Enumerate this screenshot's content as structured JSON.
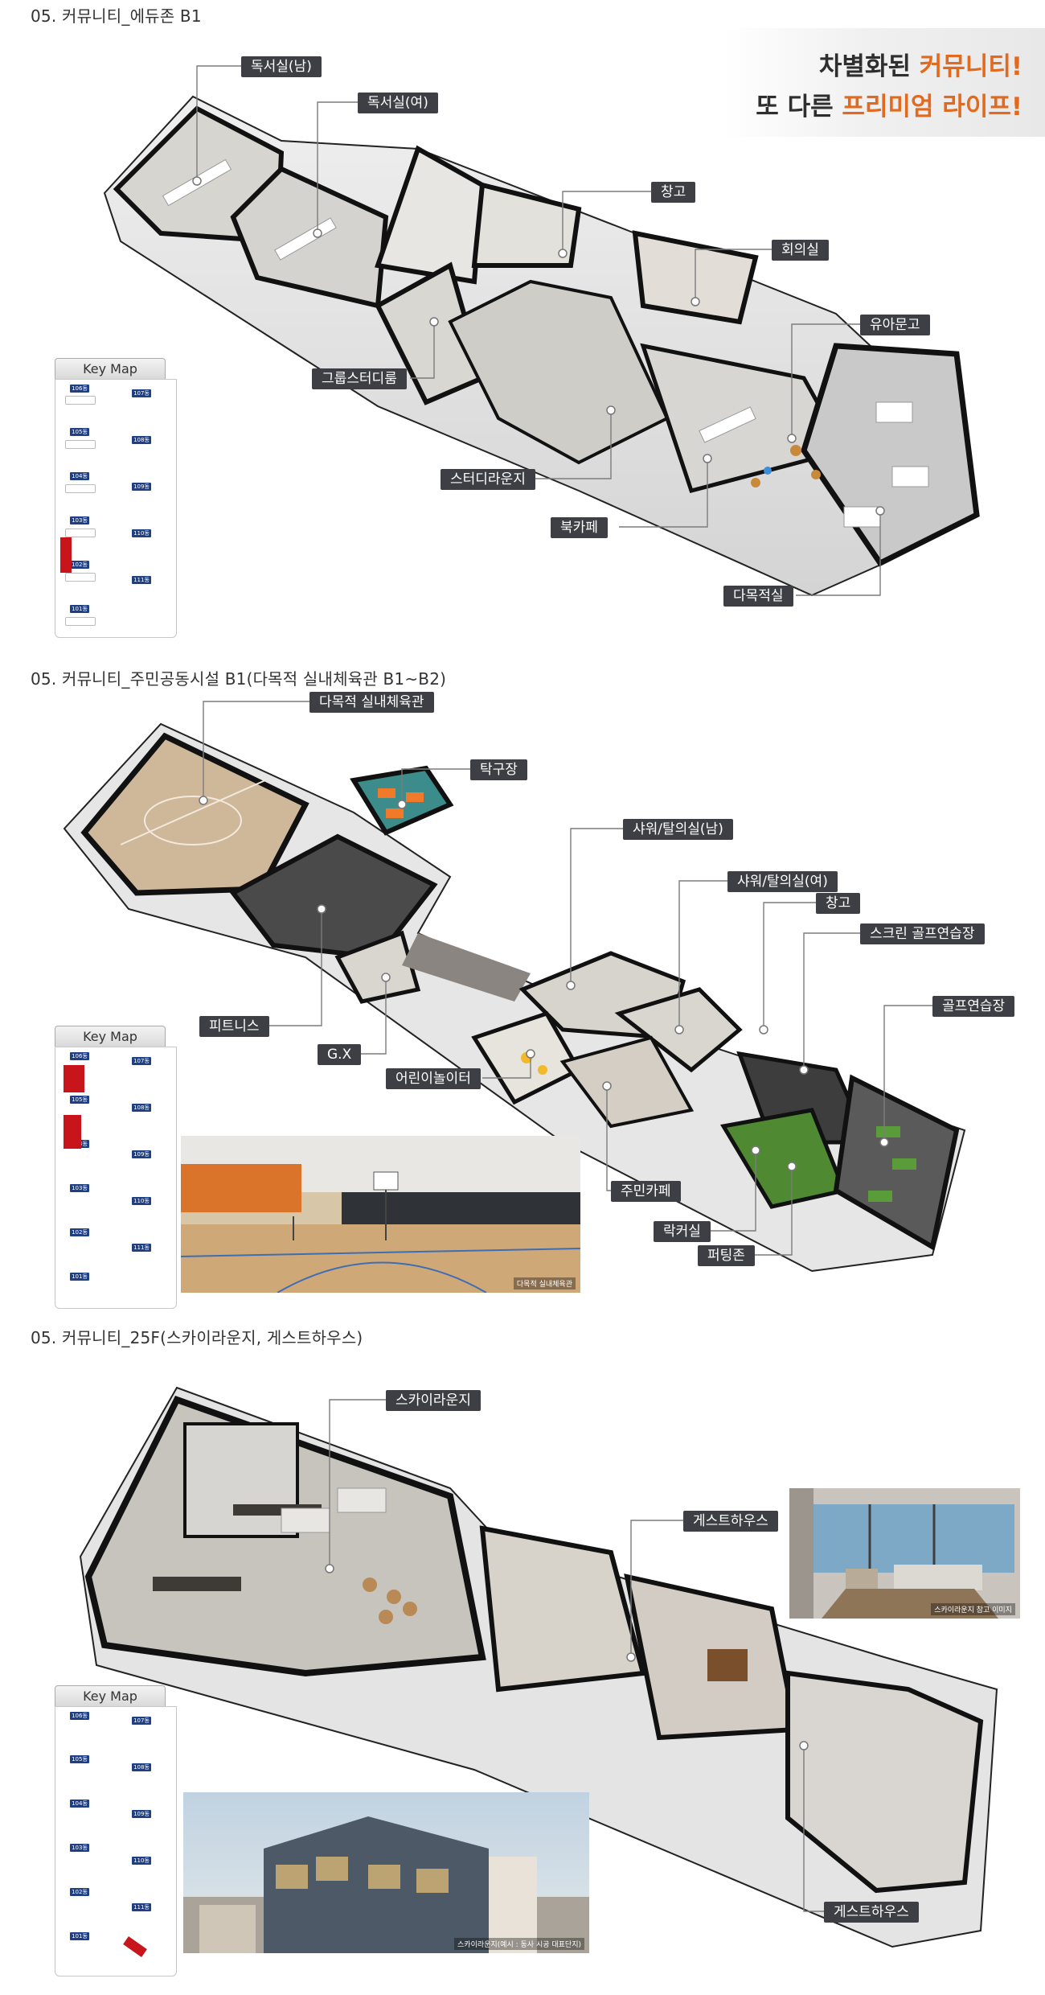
{
  "sections": [
    {
      "title": "05. 커뮤니티_에듀존 B1"
    },
    {
      "title": "05. 커뮤니티_주민공동시설 B1(다목적 실내체육관 B1~B2)"
    },
    {
      "title": "05. 커뮤니티_25F(스카이라운지, 게스트하우스)"
    }
  ],
  "badge": {
    "line1_prefix": "차별화된 ",
    "line1_accent": "커뮤니티!",
    "line2_prefix": "또 다른 ",
    "line2_accent": "프리미엄 라이프!"
  },
  "edu_labels": [
    "독서실(남)",
    "독서실(여)",
    "창고",
    "회의실",
    "유아문고",
    "그룹스터디룸",
    "스터디라운지",
    "북카페",
    "다목적실"
  ],
  "sports_labels": [
    "다목적 실내체육관",
    "탁구장",
    "샤워/탈의실(남)",
    "샤워/탈의실(여)",
    "창고",
    "스크린 골프연습장",
    "골프연습장",
    "피트니스",
    "G.X",
    "어린이놀이터",
    "주민카페",
    "락커실",
    "퍼팅존"
  ],
  "sky_labels": [
    "스카이라운지",
    "게스트하우스",
    "게스트하우스"
  ],
  "keymap": {
    "title": "Key Map",
    "left": [
      "106동",
      "105동",
      "104동",
      "103동",
      "102동",
      "101동"
    ],
    "right": [
      "107동",
      "108동",
      "109동",
      "110동",
      "111동"
    ]
  },
  "photos": {
    "gym_caption": "다목적 실내체육관",
    "guest_caption": "스카이라운지 참고 이미지",
    "sky_caption": "스카이라운지(예시 : 동사 시공 대표단지)"
  },
  "colors": {
    "accent": "#e26a1e",
    "label_bg": "#3d3f45",
    "keymap_blue": "#1f3f84",
    "keymap_red": "#c8151b"
  }
}
